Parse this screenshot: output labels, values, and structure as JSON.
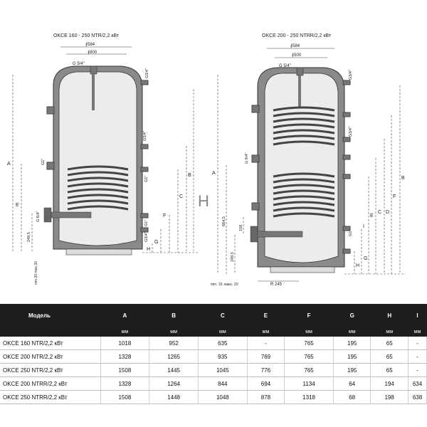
{
  "left_tank": {
    "title": "OKCE 160 - 250 NTR/2,2 кВт",
    "dims": {
      "d584": "∮584",
      "d800": "∮800",
      "g54": "G 5/4\"",
      "g34a": "G3/4\"",
      "g34b": "G3/4\"",
      "g34c": "G3/4\"",
      "g1a": "G1\"",
      "g1b": "G1\"",
      "g1c": "G1\"",
      "g64": "G 6/4\"",
      "d2495": "249,5",
      "min": "min.20 max.30"
    },
    "side_labels": [
      "A",
      "E",
      "B",
      "C",
      "F",
      "G",
      "H"
    ]
  },
  "right_tank": {
    "title": "OKCE 200 - 250 NTRR/2,2 кВт",
    "dims": {
      "d584": "∮584",
      "d500": "∮500",
      "g54": "G 5/4\"",
      "g34a": "G3/4\"",
      "g34b": "G3/4\"",
      "g1": "G1\"",
      "g64": "G 6/4\"",
      "d6645": "664,5",
      "d2495": "249,5",
      "d158": "158",
      "min": "min. 10, макс. 20",
      "r245": "R 245"
    },
    "side_labels": [
      "A",
      "B",
      "C",
      "D",
      "E",
      "F",
      "G",
      "H",
      "I"
    ]
  },
  "center_letter": "H",
  "table": {
    "columns": [
      "Модель",
      "A",
      "B",
      "C",
      "E",
      "F",
      "G",
      "H",
      "I"
    ],
    "units": [
      "",
      "мм",
      "мм",
      "мм",
      "мм",
      "мм",
      "мм",
      "мм",
      "мм"
    ],
    "rows": [
      [
        "OKCE 160 NTR/2,2 кВт",
        "1018",
        "952",
        "635",
        "-",
        "765",
        "195",
        "65",
        "-"
      ],
      [
        "OKCE 200 NTR/2,2 кВт",
        "1328",
        "1265",
        "935",
        "769",
        "765",
        "195",
        "65",
        "-"
      ],
      [
        "OKCE 250 NTR/2,2 кВт",
        "1508",
        "1445",
        "1045",
        "776",
        "765",
        "195",
        "65",
        "-"
      ],
      [
        "OKCE 200 NTRR/2,2 кВт",
        "1328",
        "1264",
        "844",
        "694",
        "1134",
        "64",
        "194",
        "634"
      ],
      [
        "OKCE 250 NTRR/2,2 кВт",
        "1508",
        "1448",
        "1048",
        "878",
        "1318",
        "68",
        "198",
        "638"
      ]
    ]
  }
}
